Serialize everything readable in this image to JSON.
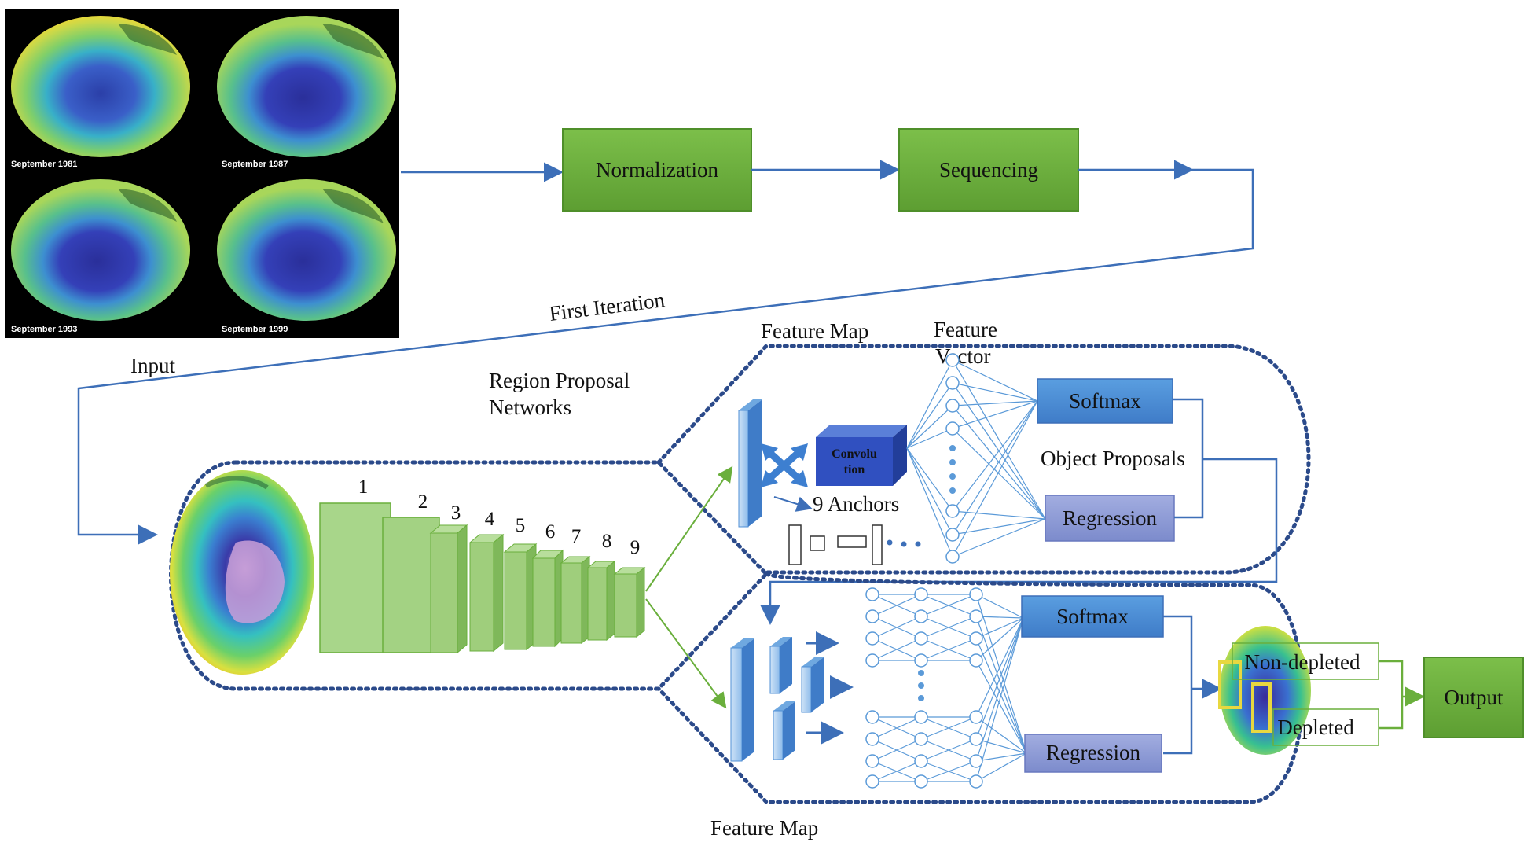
{
  "input_panel": {
    "captions": [
      "September 1981",
      "September 1987",
      "September 1993",
      "September 1999"
    ]
  },
  "pipeline": {
    "normalization": "Normalization",
    "sequencing": "Sequencing",
    "first_iteration": "First Iteration",
    "input": "Input"
  },
  "backbone": {
    "layer_numbers": [
      "1",
      "2",
      "3",
      "4",
      "5",
      "6",
      "7",
      "8",
      "9"
    ]
  },
  "rpn": {
    "title_line1": "Region Proposal",
    "title_line2": "Networks",
    "feature_map": "Feature Map",
    "feature_vector_line1": "Feature",
    "feature_vector_line2": "Vector",
    "convolution_line1": "Convolu",
    "convolution_line2": "tion",
    "anchors": "9 Anchors",
    "softmax": "Softmax",
    "regression": "Regression",
    "object_proposals": "Object Proposals"
  },
  "detector": {
    "softmax": "Softmax",
    "regression": "Regression",
    "feature_map": "Feature Map",
    "non_depleted": "Non-depleted",
    "depleted": "Depleted",
    "output": "Output"
  },
  "colors": {
    "green_box": "#6aaf3c",
    "green_border": "#4f8f2a",
    "blue_box": "#4f8fd6",
    "lavender_box": "#8e9bd6",
    "arrow_blue": "#3d6fb8",
    "dotted": "#2b4a8a"
  }
}
